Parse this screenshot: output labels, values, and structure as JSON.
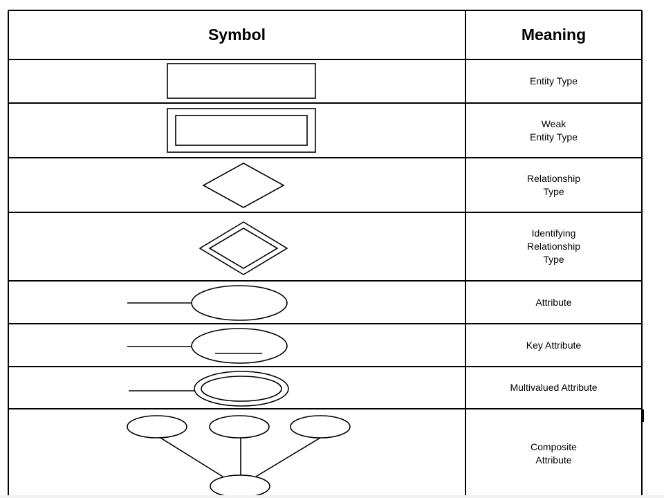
{
  "table": {
    "header": {
      "symbol": "Symbol",
      "meaning": "Meaning"
    },
    "rows": [
      {
        "symbol": "entity-rectangle",
        "meaning": "Entity Type"
      },
      {
        "symbol": "weak-entity-double-rectangle",
        "meaning": "Weak\nEntity Type"
      },
      {
        "symbol": "relationship-diamond",
        "meaning": "Relationship\nType"
      },
      {
        "symbol": "identifying-relationship-double-diamond",
        "meaning": "Identifying\nRelationship\nType"
      },
      {
        "symbol": "attribute-ellipse",
        "meaning": "Attribute"
      },
      {
        "symbol": "key-attribute-ellipse-underlined",
        "meaning": "Key Attribute"
      },
      {
        "symbol": "multivalued-attribute-double-ellipse",
        "meaning": "Multivalued Attribute"
      },
      {
        "symbol": "composite-attribute-tree",
        "meaning": "Composite\nAttribute"
      }
    ]
  },
  "colors": {
    "line": "#000000",
    "background": "#ffffff"
  }
}
